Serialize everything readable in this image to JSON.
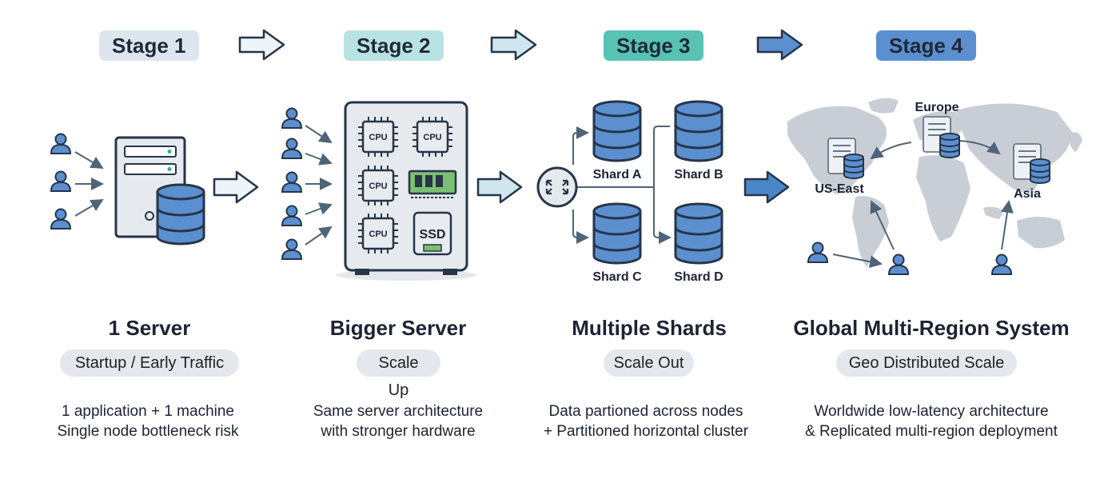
{
  "stages": [
    {
      "badge": "Stage 1",
      "badge_color": "#dde6ef",
      "title": "1 Server",
      "pill": "Startup / Early Traffic",
      "desc": [
        "1 application + 1 machine",
        "Single node bottleneck risk"
      ]
    },
    {
      "badge": "Stage 2",
      "badge_color": "#b9e3e3",
      "title": "Bigger Server",
      "pill": "Scale Up",
      "desc": [
        "Same server architecture",
        "with stronger hardware"
      ]
    },
    {
      "badge": "Stage 3",
      "badge_color": "#58c2b4",
      "title": "Multiple Shards",
      "pill": "Scale Out",
      "desc": [
        "Data partioned across nodes",
        "+ Partitioned horizontal cluster"
      ]
    },
    {
      "badge": "Stage 4",
      "badge_color": "#5b8fd0",
      "title": "Global Multi-Region System",
      "pill": "Geo Distributed Scale",
      "desc": [
        "Worldwide low-latency architecture",
        "& Replicated multi-region deployment"
      ]
    }
  ],
  "stage2_chips": {
    "cpu": "CPU",
    "ssd": "SSD"
  },
  "stage3_shards": [
    "Shard A",
    "Shard B",
    "Shard C",
    "Shard D"
  ],
  "stage4_regions": [
    "US-East",
    "Europe",
    "Asia"
  ],
  "colors": {
    "db_blue": "#5b8fd0",
    "outline": "#263548",
    "panel": "#e6eaef",
    "arrow_light": "#e6f1f6",
    "arrow_dark": "#4a87c8",
    "map": "#c9ced6"
  }
}
